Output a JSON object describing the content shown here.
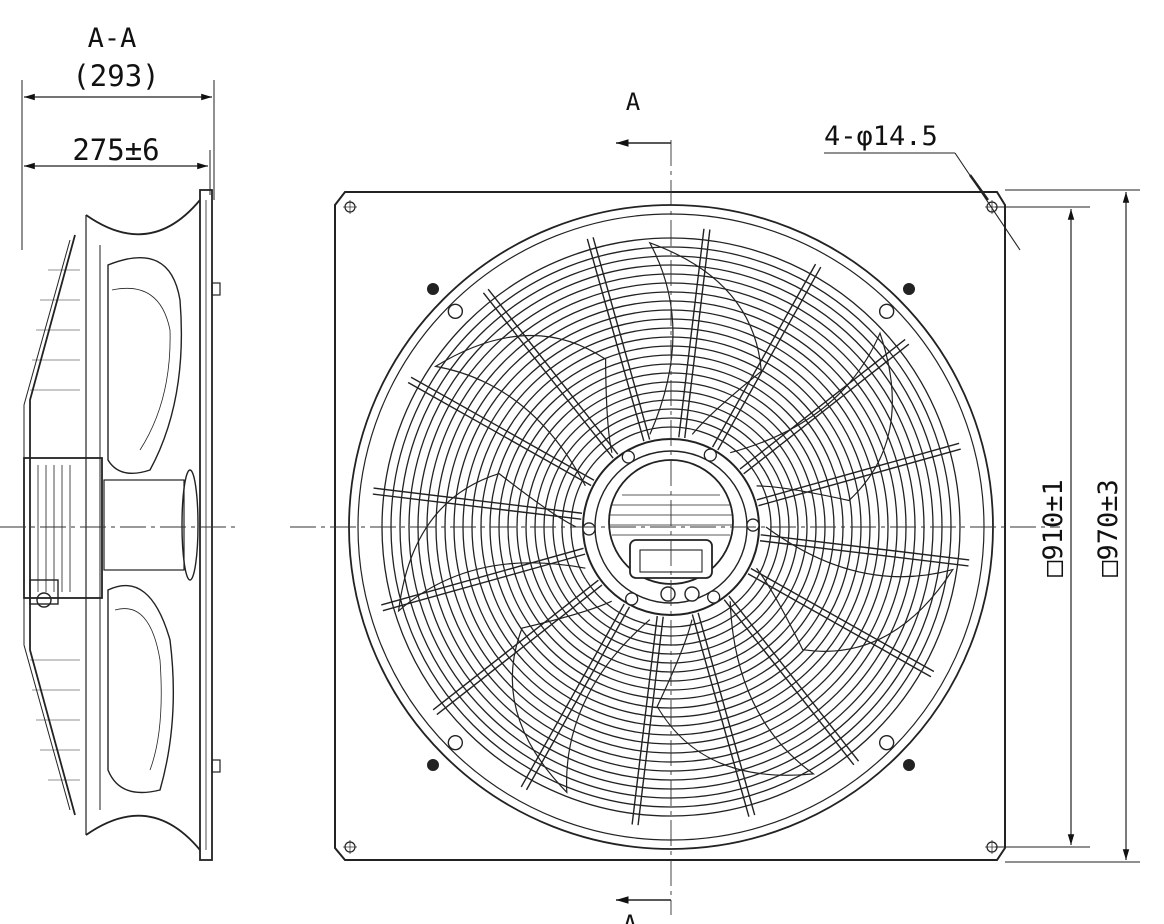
{
  "section": {
    "title": "A-A",
    "overall_depth": "(293)",
    "depth_tolerance": "275±6"
  },
  "front": {
    "section_marker_top": "A",
    "section_marker_bottom": "A",
    "holes": "4-φ14.5",
    "inner_square": "□910±1",
    "outer_square": "□970±3"
  }
}
